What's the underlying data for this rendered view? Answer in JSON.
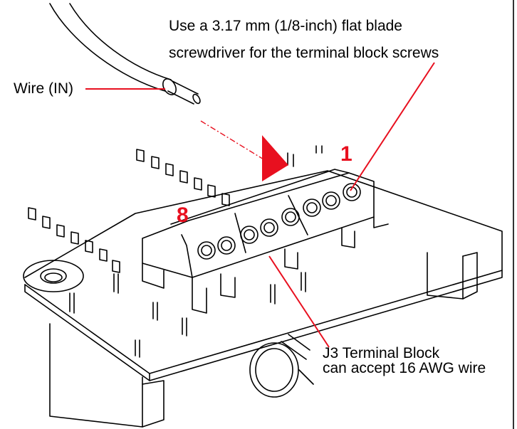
{
  "labels": {
    "screwdriver_line1": "Use a 3.17 mm (1/8-inch) flat blade",
    "screwdriver_line2": "screwdriver for the terminal block screws",
    "wire_in": "Wire (IN)",
    "terminal_line1": "J3 Terminal Block",
    "terminal_line2": "can accept 16 AWG wire",
    "pin_1": "1",
    "pin_8": "8"
  },
  "colors": {
    "accent": "#e8101f",
    "line": "#000000",
    "background": "#ffffff"
  },
  "icons": [
    "insertion-arrow-icon",
    "wire-icon",
    "screw-icon"
  ]
}
